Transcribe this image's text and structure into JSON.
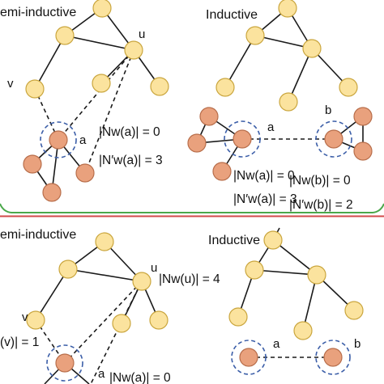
{
  "top": {
    "semi": {
      "header": "emi-inductive",
      "label_u": "u",
      "label_v": "v",
      "label_a": "a",
      "formula_1": "|Nw(a)| = 0",
      "formula_2": "|N′w(a)| = 3"
    },
    "inductive": {
      "header": "Inductive",
      "label_a": "a",
      "label_b": "b",
      "formula_a1": "|Nw(a)| = 0",
      "formula_a2": "|N′w(a)| = 3",
      "formula_b1": "|Nw(b)| = 0",
      "formula_b2": "|N′w(b)| = 2"
    }
  },
  "bottom": {
    "semi": {
      "header": "emi-inductive",
      "label_u": "u",
      "label_v": "v",
      "label_a": "a",
      "formula_u": "|Nw(u)| = 4",
      "formula_v": "(v)| = 1",
      "formula_a": "|Nw(a)| = 0"
    },
    "inductive": {
      "header": "Inductive",
      "label_a": "a",
      "label_b": "b"
    }
  },
  "colors": {
    "separator_top": "#4aa84a",
    "separator_bottom": "#d24a4a",
    "node_fill_known": "#fbe39e",
    "node_fill_new": "#e9a17d",
    "ring": "#3b5ea8"
  }
}
